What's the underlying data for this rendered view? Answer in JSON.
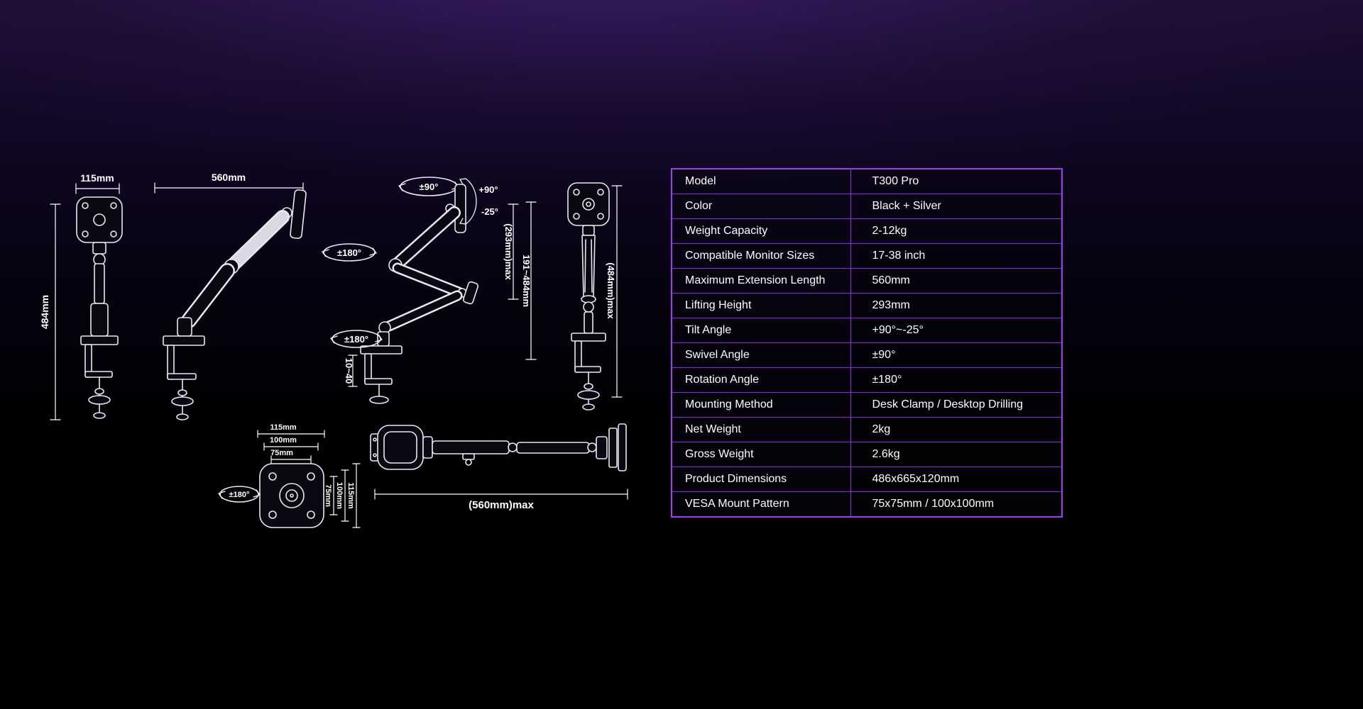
{
  "colors": {
    "accent_purple": "#9b2be8",
    "background_top_purple": "#1d0f33",
    "background": "#000000",
    "line_art": "#e8e8f2",
    "text": "#ffffff"
  },
  "table": {
    "rows": [
      {
        "label": "Model",
        "value": "T300 Pro"
      },
      {
        "label": "Color",
        "value": "Black + Silver"
      },
      {
        "label": "Weight Capacity",
        "value": "2-12kg"
      },
      {
        "label": "Compatible Monitor Sizes",
        "value": "17-38 inch"
      },
      {
        "label": "Maximum Extension Length",
        "value": "560mm"
      },
      {
        "label": "Lifting Height",
        "value": "293mm"
      },
      {
        "label": "Tilt Angle",
        "value": "+90°~-25°"
      },
      {
        "label": "Swivel Angle",
        "value": "±90°"
      },
      {
        "label": "Rotation Angle",
        "value": "±180°"
      },
      {
        "label": "Mounting Method",
        "value": "Desk Clamp / Desktop Drilling"
      },
      {
        "label": "Net Weight",
        "value": "2kg"
      },
      {
        "label": "Gross Weight",
        "value": "2.6kg"
      },
      {
        "label": "Product Dimensions",
        "value": "486x665x120mm"
      },
      {
        "label": "VESA Mount Pattern",
        "value": "75x75mm / 100x100mm"
      }
    ]
  },
  "figures": {
    "front": {
      "width": "115mm",
      "height": "484mm"
    },
    "side": {
      "extension": "560mm"
    },
    "pose": {
      "swivel": "±90°",
      "tilt_up": "+90°",
      "tilt_down": "-25°",
      "lift": "(293mm)max",
      "height_range": "191~484mm",
      "rotation_upper": "±180°",
      "rotation_base": "±180°",
      "clamp_range": "10~40"
    },
    "rear": {
      "height_max": "(484mm)max"
    },
    "vesa": {
      "top_115": "115mm",
      "top_100": "100mm",
      "top_75": "75mm",
      "side_75": "75mm",
      "side_100": "100mm",
      "side_115": "115mm",
      "rotation": "±180°"
    },
    "top_view": {
      "extension_max": "(560mm)max"
    }
  }
}
